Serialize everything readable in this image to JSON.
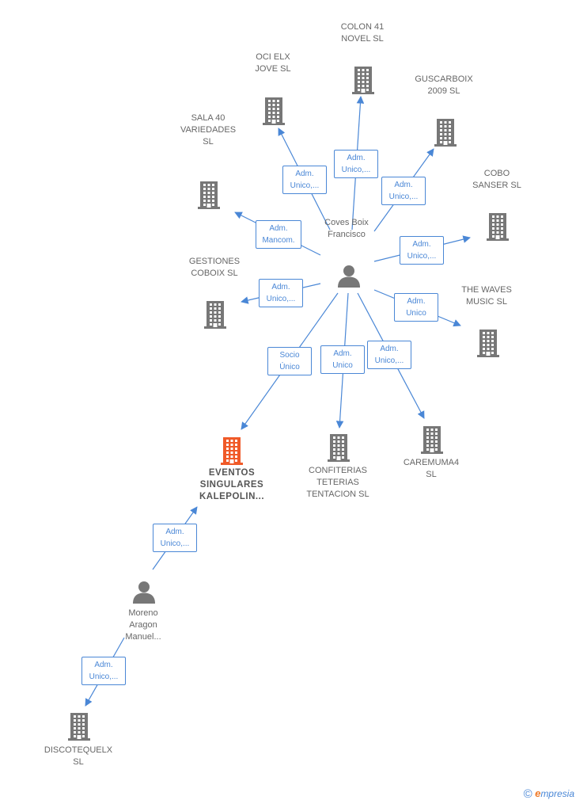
{
  "colors": {
    "edge": "#4a87d6",
    "building": "#777777",
    "building_highlight": "#f05a28",
    "person": "#777777"
  },
  "nodes": [
    {
      "id": "coves",
      "type": "person",
      "lines": [
        "Coves Boix",
        "Francisco"
      ]
    },
    {
      "id": "colon",
      "type": "company",
      "lines": [
        "COLON 41",
        "NOVEL  SL"
      ]
    },
    {
      "id": "oci",
      "type": "company",
      "lines": [
        "OCI ELX",
        "JOVE  SL"
      ]
    },
    {
      "id": "guscarboix",
      "type": "company",
      "lines": [
        "GUSCARBOIX",
        "2009 SL"
      ]
    },
    {
      "id": "sala40",
      "type": "company",
      "lines": [
        "SALA 40",
        "VARIEDADES",
        "SL"
      ]
    },
    {
      "id": "cobo",
      "type": "company",
      "lines": [
        "COBO",
        "SANSER  SL"
      ]
    },
    {
      "id": "gestiones",
      "type": "company",
      "lines": [
        "GESTIONES",
        "COBOIX SL"
      ]
    },
    {
      "id": "waves",
      "type": "company",
      "lines": [
        "THE WAVES",
        "MUSIC SL"
      ]
    },
    {
      "id": "eventos",
      "type": "company",
      "highlight": true,
      "lines": [
        "EVENTOS",
        "SINGULARES",
        "KALEPOLIN..."
      ]
    },
    {
      "id": "confiterias",
      "type": "company",
      "lines": [
        "CONFITERIAS",
        "TETERIAS",
        "TENTACION SL"
      ]
    },
    {
      "id": "caremuma",
      "type": "company",
      "lines": [
        "CAREMUMA4",
        "SL"
      ]
    },
    {
      "id": "moreno",
      "type": "person",
      "lines": [
        "Moreno",
        "Aragon",
        "Manuel..."
      ]
    },
    {
      "id": "discotequelx",
      "type": "company",
      "lines": [
        "DISCOTEQUELX",
        "SL"
      ]
    }
  ],
  "edges": [
    {
      "from": "coves",
      "to": "colon",
      "lines": [
        "Adm.",
        "Unico,..."
      ]
    },
    {
      "from": "coves",
      "to": "oci",
      "lines": [
        "Adm.",
        "Unico,..."
      ]
    },
    {
      "from": "coves",
      "to": "guscarboix",
      "lines": [
        "Adm.",
        "Unico,..."
      ]
    },
    {
      "from": "coves",
      "to": "sala40",
      "lines": [
        "Adm.",
        "Mancom."
      ]
    },
    {
      "from": "coves",
      "to": "cobo",
      "lines": [
        "Adm.",
        "Unico,..."
      ]
    },
    {
      "from": "coves",
      "to": "gestiones",
      "lines": [
        "Adm.",
        "Unico,..."
      ]
    },
    {
      "from": "coves",
      "to": "waves",
      "lines": [
        "Adm.",
        "Unico"
      ]
    },
    {
      "from": "coves",
      "to": "eventos",
      "lines": [
        "Socio",
        "Único"
      ]
    },
    {
      "from": "coves",
      "to": "confiterias",
      "lines": [
        "Adm.",
        "Unico"
      ]
    },
    {
      "from": "coves",
      "to": "caremuma",
      "lines": [
        "Adm.",
        "Unico,..."
      ]
    },
    {
      "from": "moreno",
      "to": "eventos",
      "lines": [
        "Adm.",
        "Unico,..."
      ]
    },
    {
      "from": "moreno",
      "to": "discotequelx",
      "lines": [
        "Adm.",
        "Unico,..."
      ]
    }
  ],
  "footer": {
    "copyright": "©",
    "brand_initial": "e",
    "brand_rest": "mpresia"
  }
}
